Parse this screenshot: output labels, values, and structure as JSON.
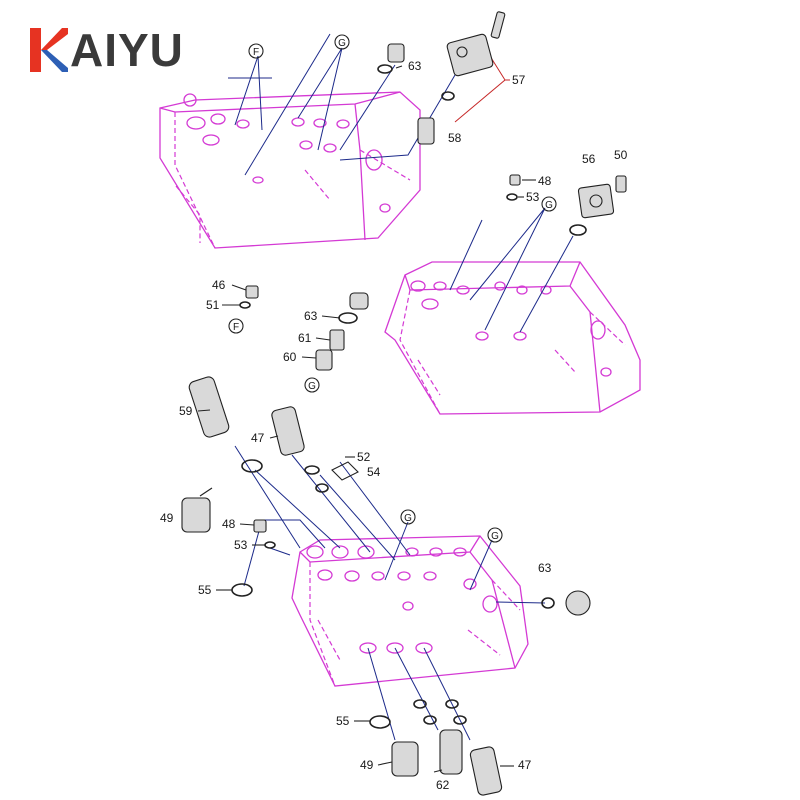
{
  "brand": {
    "name": "KAIYU",
    "logo_text": "AIYU",
    "accent": "#e63322",
    "accent2": "#2d5fb5",
    "text_color": "#3a3a3a"
  },
  "diagram": {
    "line_colors": {
      "body": "#d43ad4",
      "leader": "#1c2a8a",
      "bracket": "#c62828"
    },
    "part_labels": [
      "63",
      "57",
      "58",
      "48",
      "53",
      "56",
      "50",
      "46",
      "51",
      "63",
      "61",
      "60",
      "59",
      "47",
      "52",
      "54",
      "49",
      "48",
      "53",
      "55",
      "63",
      "55",
      "49",
      "62",
      "47"
    ],
    "circle_labels": [
      "F",
      "G",
      "G",
      "F",
      "G",
      "G",
      "G"
    ]
  }
}
